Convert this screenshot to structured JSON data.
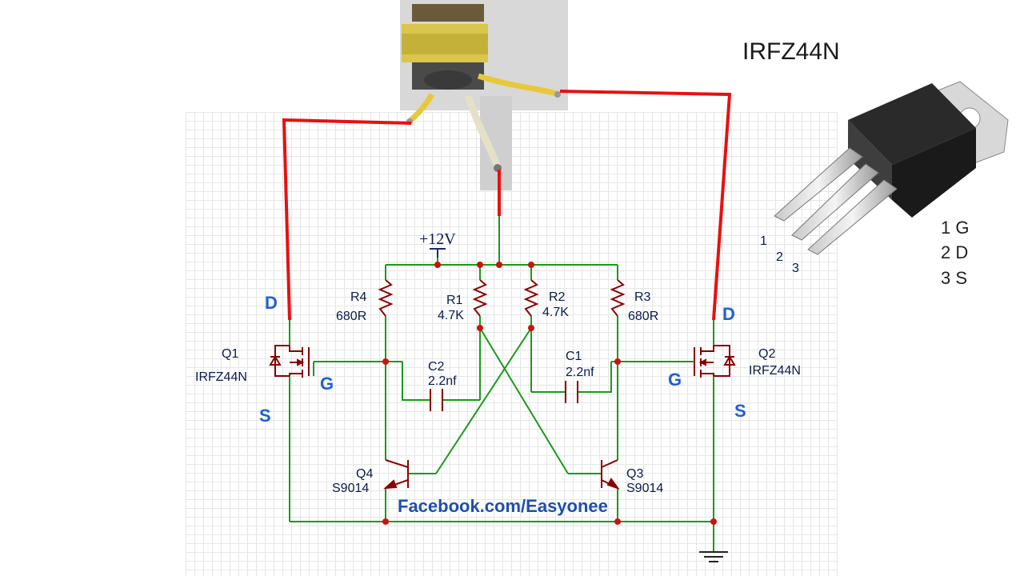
{
  "supply": {
    "label": "+12V"
  },
  "resistors": [
    {
      "ref": "R4",
      "value": "680R"
    },
    {
      "ref": "R1",
      "value": "4.7K"
    },
    {
      "ref": "R2",
      "value": "4.7K"
    },
    {
      "ref": "R3",
      "value": "680R"
    }
  ],
  "capacitors": [
    {
      "ref": "C2",
      "value": "2.2nf"
    },
    {
      "ref": "C1",
      "value": "2.2nf"
    }
  ],
  "mosfets": [
    {
      "ref": "Q1",
      "part": "IRFZ44N"
    },
    {
      "ref": "Q2",
      "part": "IRFZ44N"
    }
  ],
  "transistors": [
    {
      "ref": "Q4",
      "part": "S9014"
    },
    {
      "ref": "Q3",
      "part": "S9014"
    }
  ],
  "pins": {
    "drain": "D",
    "gate": "G",
    "source": "S"
  },
  "package": {
    "title": "IRFZ44N",
    "leg_numbers": [
      "1",
      "2",
      "3"
    ],
    "pin_map": [
      "1 G",
      "2 D",
      "3 S"
    ]
  },
  "credit": "Facebook.com/Easyonee",
  "colors": {
    "wire": "#1a9a1a",
    "component": "#8b0000",
    "lead": "#e81010",
    "label_blue": "#1f5fd1"
  }
}
